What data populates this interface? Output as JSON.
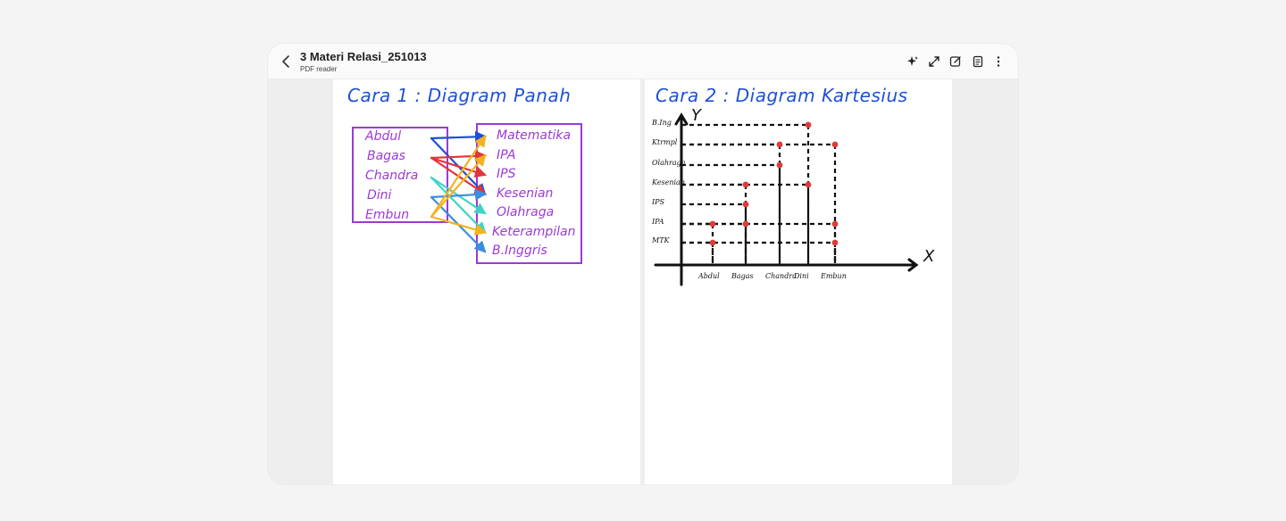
{
  "header": {
    "title": "3 Materi Relasi_251013",
    "subtitle": "PDF reader"
  },
  "toolbar": {
    "icons": [
      "sparkle-icon",
      "expand-icon",
      "edit-icon",
      "notes-icon",
      "more-icon"
    ]
  },
  "left_page": {
    "heading": "Cara 1 : Diagram Panah",
    "domain": [
      "Abdul",
      "Bagas",
      "Chandra",
      "Dini",
      "Embun"
    ],
    "codomain": [
      "Matematika",
      "IPA",
      "IPS",
      "Kesenian",
      "Olahraga",
      "Keterampilan",
      "B.Inggris"
    ],
    "relations": [
      {
        "from": "Abdul",
        "to": "Matematika",
        "color": "#1f4fd6"
      },
      {
        "from": "Abdul",
        "to": "Kesenian",
        "color": "#1f4fd6"
      },
      {
        "from": "Bagas",
        "to": "IPA",
        "color": "#e2343a"
      },
      {
        "from": "Bagas",
        "to": "IPS",
        "color": "#e2343a"
      },
      {
        "from": "Bagas",
        "to": "Kesenian",
        "color": "#e2343a"
      },
      {
        "from": "Chandra",
        "to": "Olahraga",
        "color": "#3fd3c8"
      },
      {
        "from": "Chandra",
        "to": "Keterampilan",
        "color": "#3fd3c8"
      },
      {
        "from": "Dini",
        "to": "Kesenian",
        "color": "#3b8de0"
      },
      {
        "from": "Dini",
        "to": "B.Inggris",
        "color": "#3b8de0"
      },
      {
        "from": "Embun",
        "to": "Matematika",
        "color": "#f5b21e"
      },
      {
        "from": "Embun",
        "to": "IPA",
        "color": "#f5b21e"
      },
      {
        "from": "Embun",
        "to": "Keterampilan",
        "color": "#f5b21e"
      }
    ]
  },
  "right_page": {
    "heading": "Cara 2 : Diagram Kartesius",
    "y_axis_letter": "Y",
    "x_axis_letter": "X",
    "y_labels": [
      "MTK",
      "IPA",
      "IPS",
      "Kesenian",
      "Olahraga",
      "Ktrmpl",
      "B.Ing"
    ],
    "x_labels": [
      "Abdul",
      "Bagas",
      "Chandra",
      "Dini",
      "Embun"
    ],
    "points": [
      {
        "x": "Abdul",
        "y": "MTK"
      },
      {
        "x": "Abdul",
        "y": "IPA"
      },
      {
        "x": "Bagas",
        "y": "IPA"
      },
      {
        "x": "Bagas",
        "y": "IPS"
      },
      {
        "x": "Bagas",
        "y": "Kesenian"
      },
      {
        "x": "Chandra",
        "y": "Olahraga"
      },
      {
        "x": "Chandra",
        "y": "Ktrmpl"
      },
      {
        "x": "Dini",
        "y": "Kesenian"
      },
      {
        "x": "Dini",
        "y": "B.Ing"
      },
      {
        "x": "Embun",
        "y": "MTK"
      },
      {
        "x": "Embun",
        "y": "IPA"
      },
      {
        "x": "Embun",
        "y": "Ktrmpl"
      }
    ],
    "point_color": "#e03a3a"
  }
}
